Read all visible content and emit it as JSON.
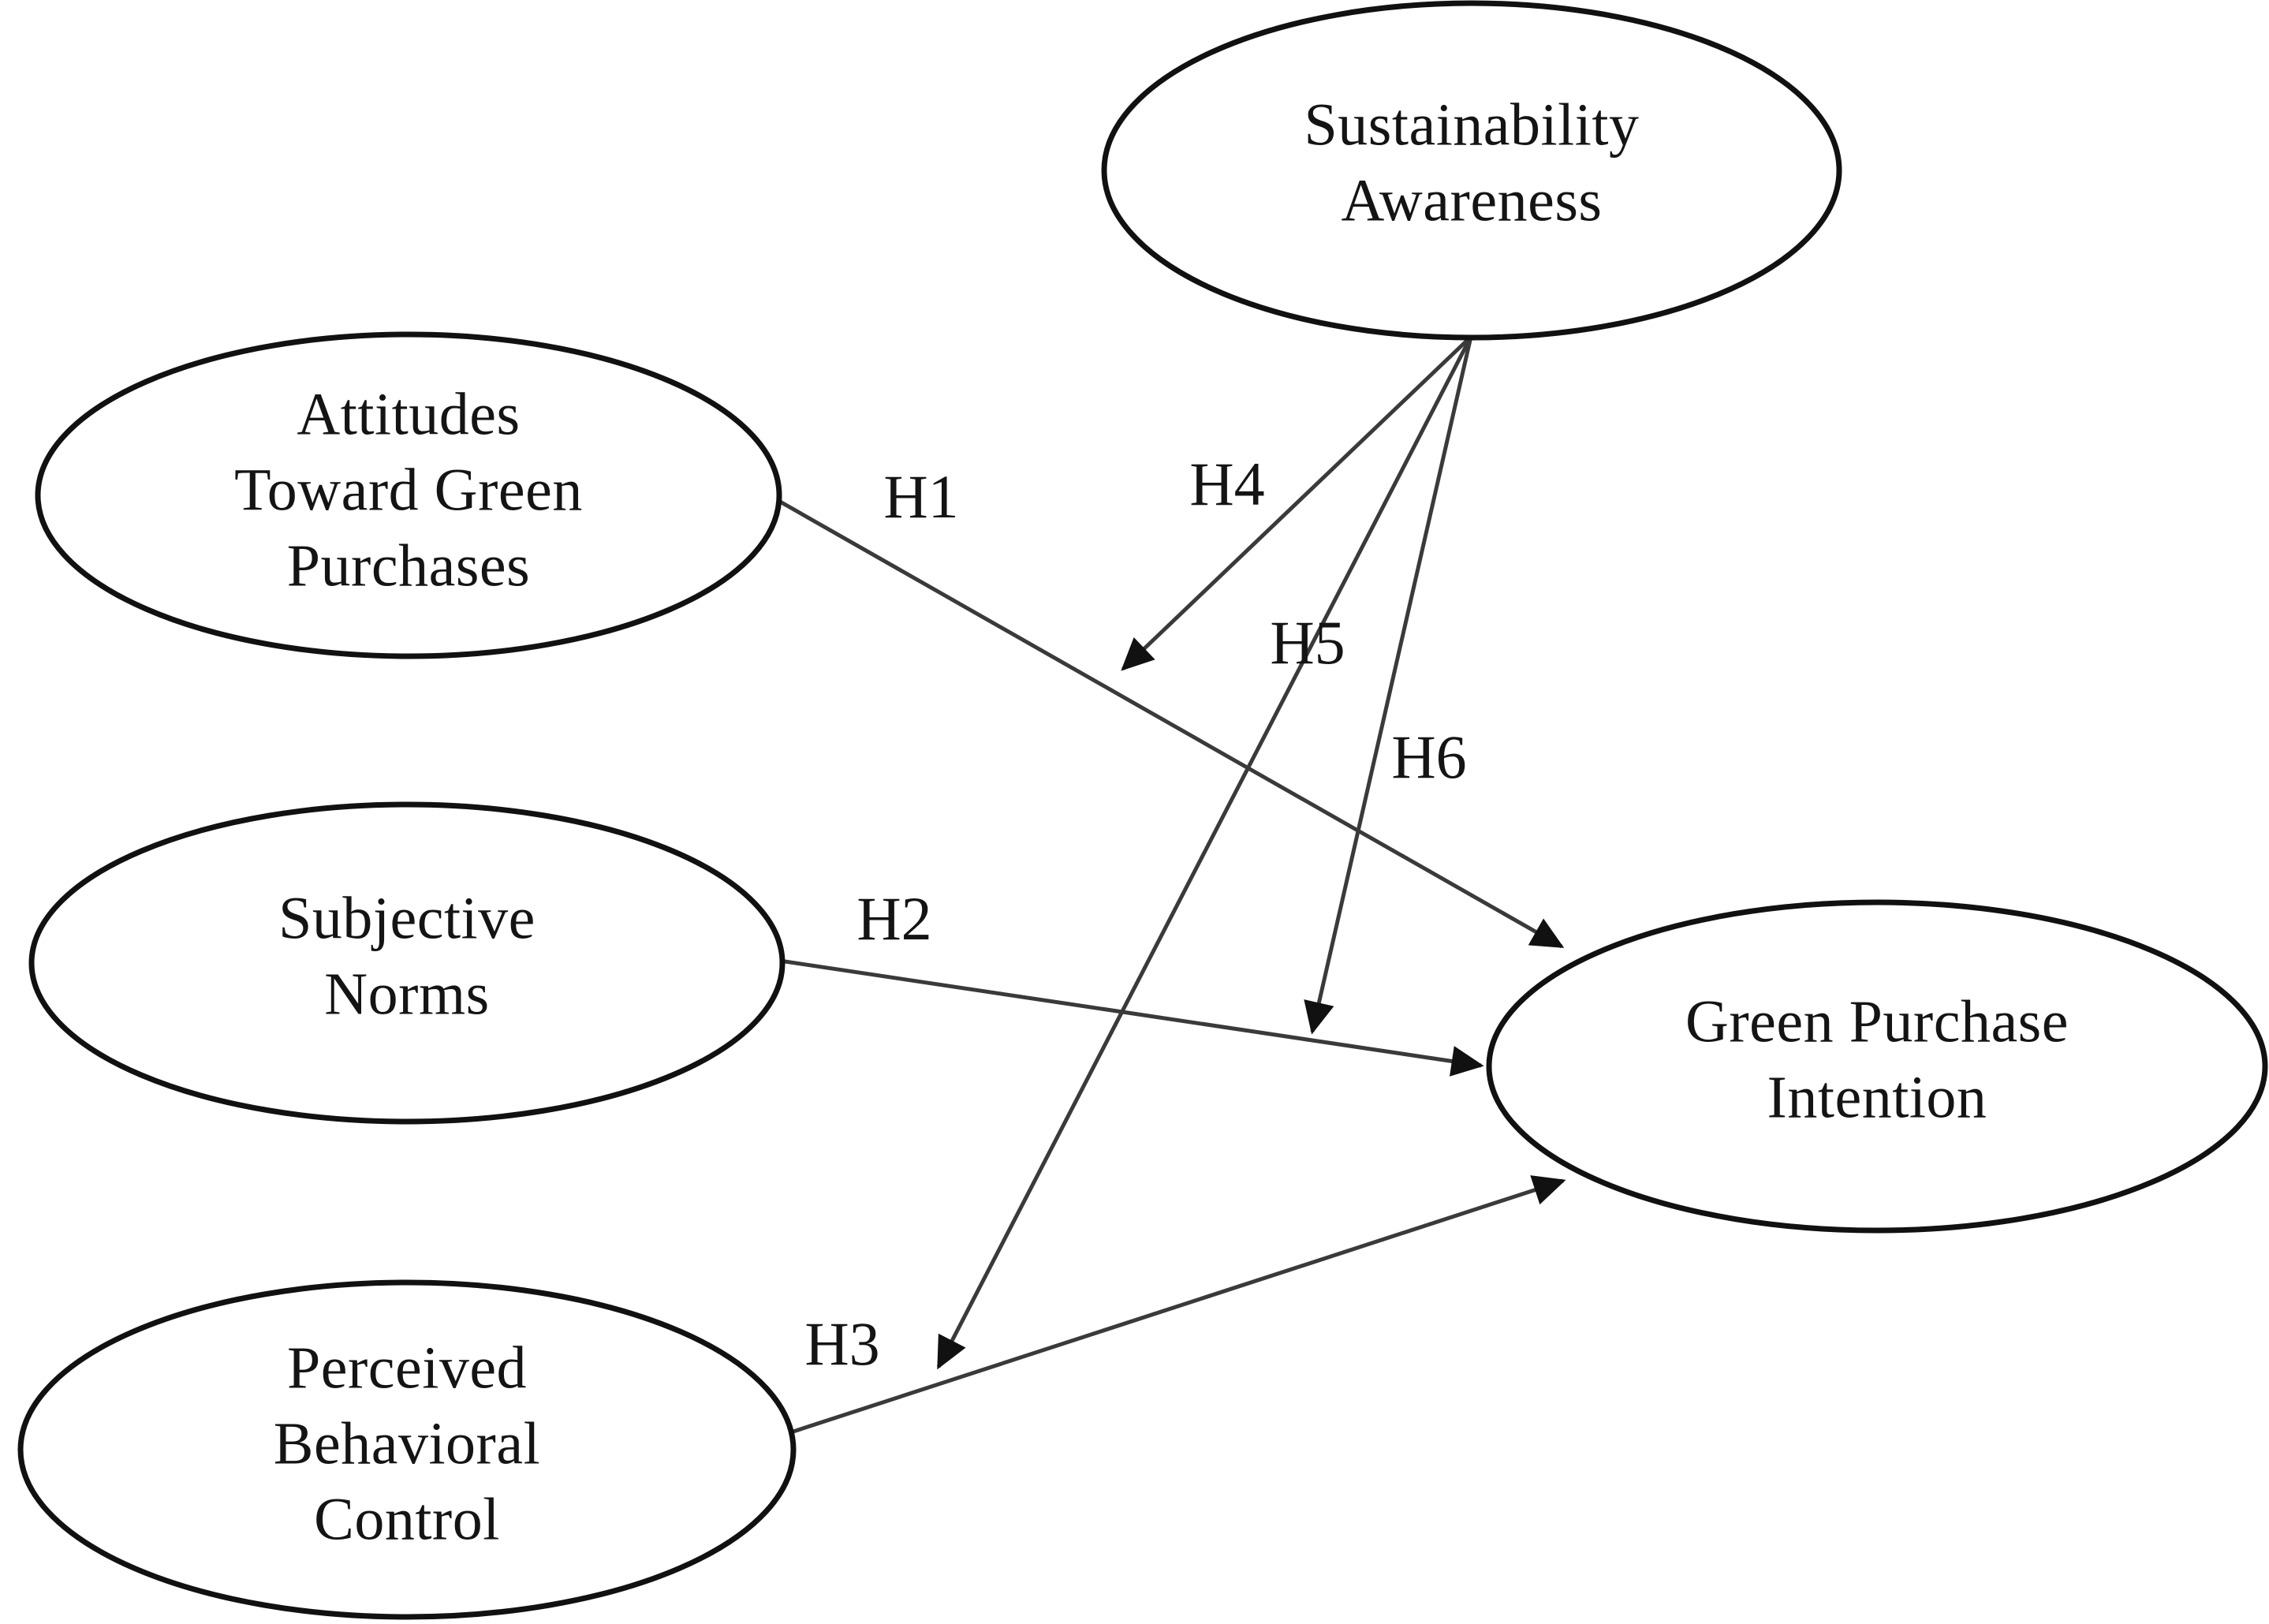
{
  "diagram": {
    "type": "conceptual-model",
    "title": "",
    "background_color": "#ffffff",
    "stroke_color": "#111111",
    "line_color": "#3a3a3a",
    "nodes": [
      {
        "id": "sustainability-awareness",
        "lines": [
          "Sustainability",
          "Awareness"
        ],
        "line1": "Sustainability",
        "line2": "Awareness",
        "line3": "",
        "role": "moderator"
      },
      {
        "id": "attitudes-toward-green-purchases",
        "lines": [
          "Attitudes",
          "Toward Green",
          "Purchases"
        ],
        "line1": "Attitudes",
        "line2": "Toward Green",
        "line3": "Purchases",
        "role": "predictor"
      },
      {
        "id": "subjective-norms",
        "lines": [
          "Subjective",
          "Norms"
        ],
        "line1": "Subjective",
        "line2": "Norms",
        "line3": "",
        "role": "predictor"
      },
      {
        "id": "perceived-behavioral-control",
        "lines": [
          "Perceived",
          "Behavioral",
          "Control"
        ],
        "line1": "Perceived",
        "line2": "Behavioral",
        "line3": "Control",
        "role": "predictor"
      },
      {
        "id": "green-purchase-intention",
        "lines": [
          "Green Purchase",
          "Intention"
        ],
        "line1": "Green Purchase",
        "line2": "Intention",
        "line3": "",
        "role": "outcome"
      }
    ],
    "hypotheses": [
      {
        "id": "h1",
        "label": "H1",
        "from": "attitudes-toward-green-purchases",
        "to": "green-purchase-intention",
        "kind": "direct"
      },
      {
        "id": "h2",
        "label": "H2",
        "from": "subjective-norms",
        "to": "green-purchase-intention",
        "kind": "direct"
      },
      {
        "id": "h3",
        "label": "H3",
        "from": "perceived-behavioral-control",
        "to": "green-purchase-intention",
        "kind": "direct"
      },
      {
        "id": "h4",
        "label": "H4",
        "from": "sustainability-awareness",
        "to": "h1",
        "kind": "moderation"
      },
      {
        "id": "h5",
        "label": "H5",
        "from": "sustainability-awareness",
        "to": "h3",
        "kind": "moderation"
      },
      {
        "id": "h6",
        "label": "H6",
        "from": "sustainability-awareness",
        "to": "h2",
        "kind": "moderation"
      }
    ]
  }
}
